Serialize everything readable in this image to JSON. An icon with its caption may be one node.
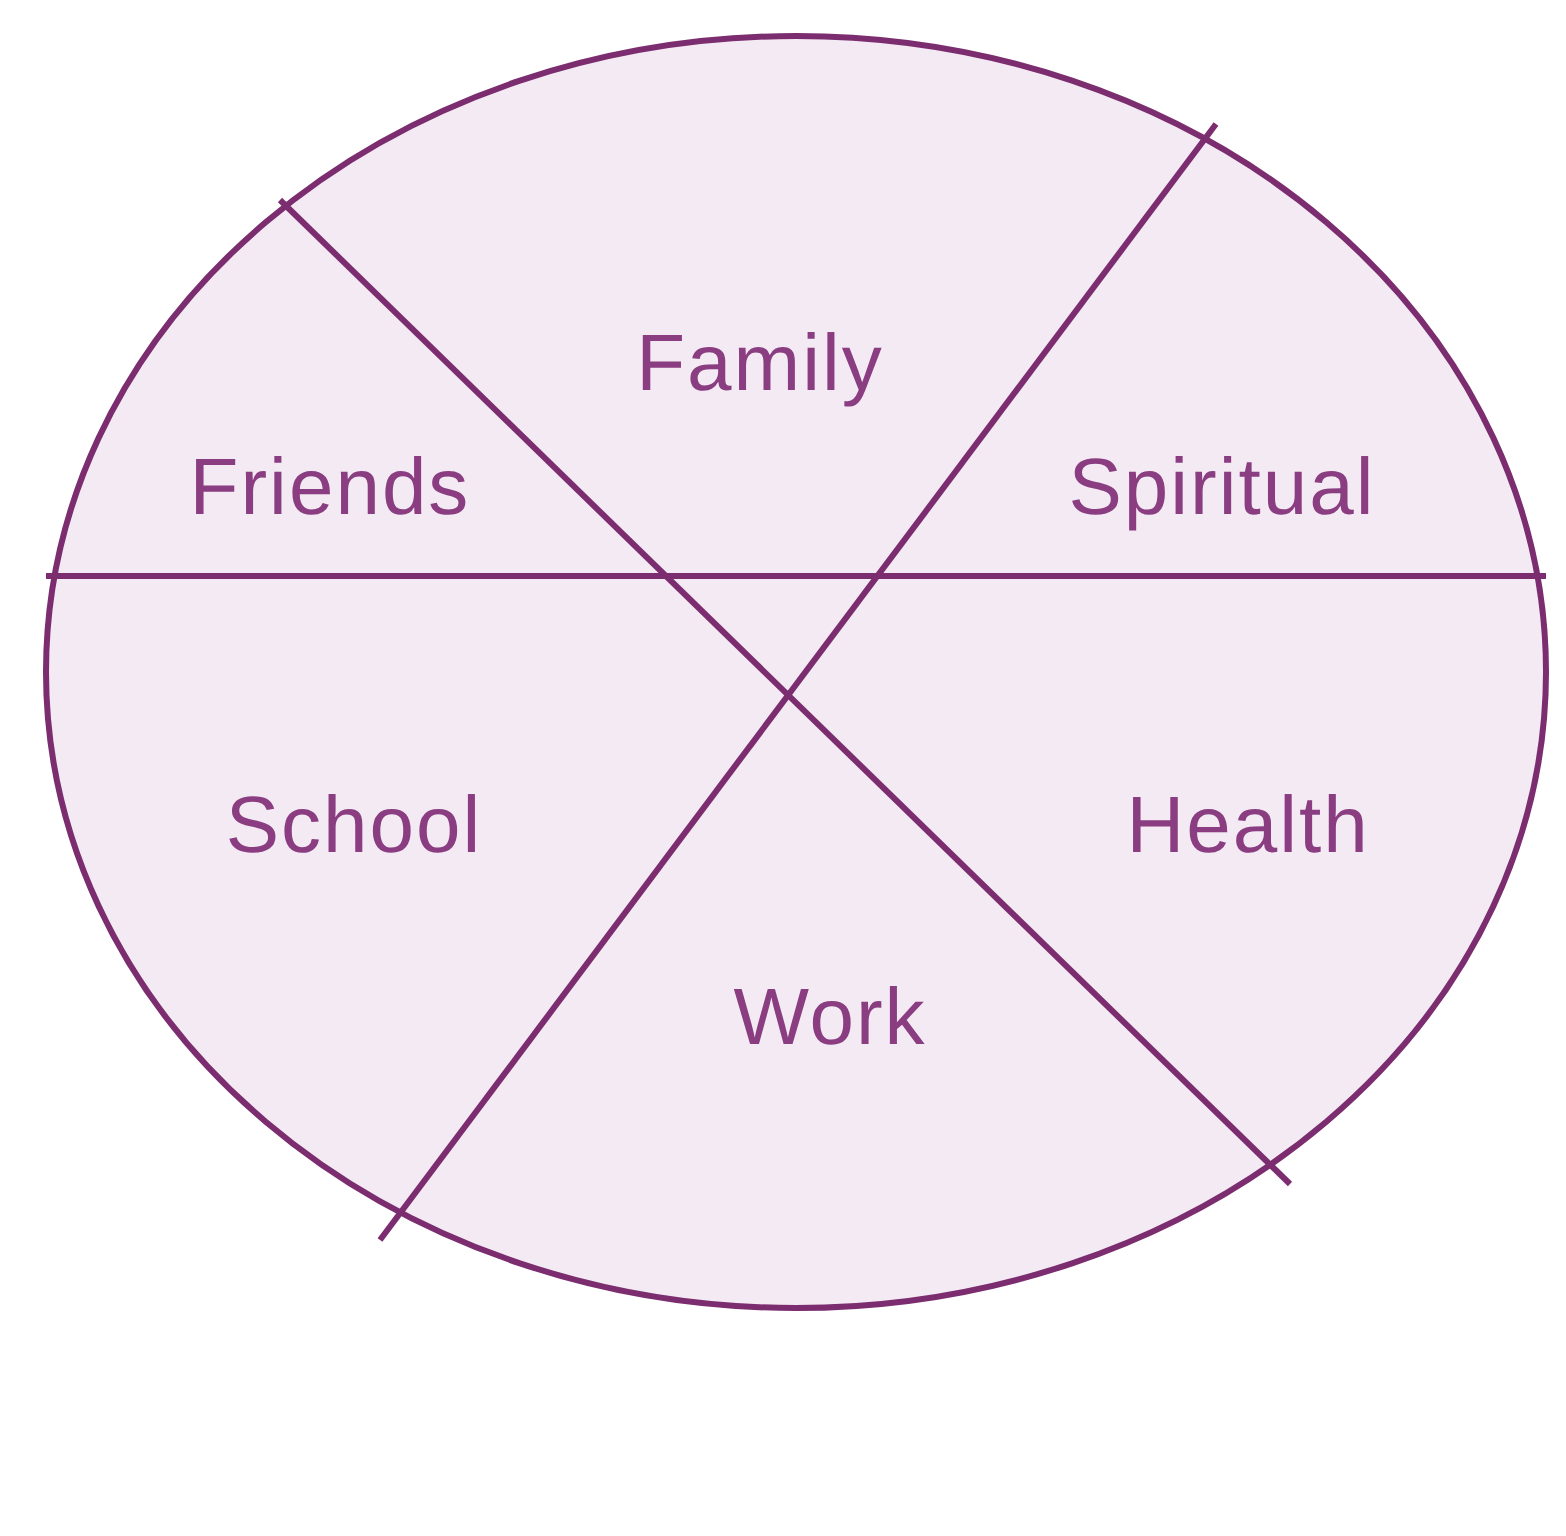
{
  "diagram": {
    "labels": [
      "Family",
      "Friends",
      "Spiritual",
      "School",
      "Health",
      "Work"
    ]
  }
}
